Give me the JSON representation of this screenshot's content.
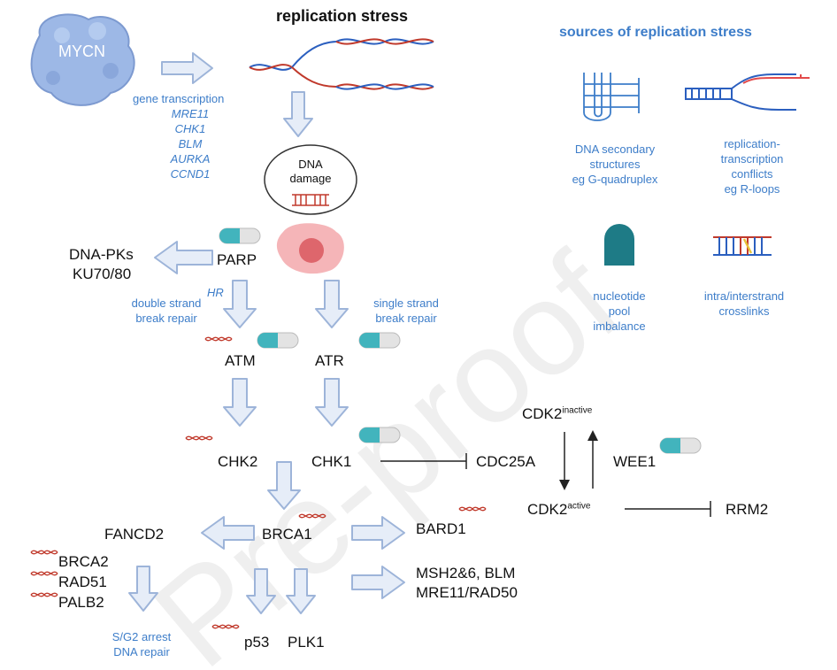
{
  "title": "replication stress",
  "sources": {
    "heading": "sources of replication stress",
    "items": [
      {
        "lines": [
          "DNA secondary",
          "structures",
          "eg G-quadruplex"
        ]
      },
      {
        "lines": [
          "replication-",
          "transcription",
          "conflicts",
          "eg R-loops"
        ]
      },
      {
        "lines": [
          "nucleotide",
          "pool",
          "imbalance"
        ]
      },
      {
        "lines": [
          "intra/interstrand",
          "crosslinks"
        ]
      }
    ]
  },
  "mycn": {
    "label": "MYCN",
    "transcription_label": "gene transcription",
    "target_genes": [
      "MRE11",
      "CHK1",
      "BLM",
      "AURKA",
      "CCND1"
    ]
  },
  "dna_damage": {
    "line1": "DNA",
    "line2": "damage"
  },
  "nodes": {
    "dna_pks": "DNA-PKs",
    "ku70_80": "KU70/80",
    "parp": "PARP",
    "hr": "HR",
    "dsb_repair_1": "double strand",
    "dsb_repair_2": "break repair",
    "ssb_repair_1": "single strand",
    "ssb_repair_2": "break repair",
    "atm": "ATM",
    "atr": "ATR",
    "chk2": "CHK2",
    "chk1": "CHK1",
    "cdc25a": "CDC25A",
    "cdk2_inactive": "CDK2",
    "cdk2_inactive_sup": "inactive",
    "cdk2_active": "CDK2",
    "cdk2_active_sup": "active",
    "wee1": "WEE1",
    "rrm2": "RRM2",
    "brca1": "BRCA1",
    "bard1": "BARD1",
    "fancd2": "FANCD2",
    "brca2": "BRCA2",
    "rad51": "RAD51",
    "palb2": "PALB2",
    "msh": "MSH2&6, BLM",
    "mre11_rad50": "MRE11/RAD50",
    "p53": "p53",
    "plk1": "PLK1",
    "arrest_1": "S/G2 arrest",
    "arrest_2": "DNA repair"
  },
  "colors": {
    "blue_text": "#3d7dc9",
    "arrow_fill": "#e6edf8",
    "arrow_stroke": "#9db4d9",
    "mycn_protein": "#9db8e6",
    "pill_teal": "#42b4bd",
    "dna_red": "#c0392b",
    "dna_blue": "#2b5fbf",
    "nucleotide_teal": "#1e7b86"
  },
  "watermark": "Pre-proof"
}
